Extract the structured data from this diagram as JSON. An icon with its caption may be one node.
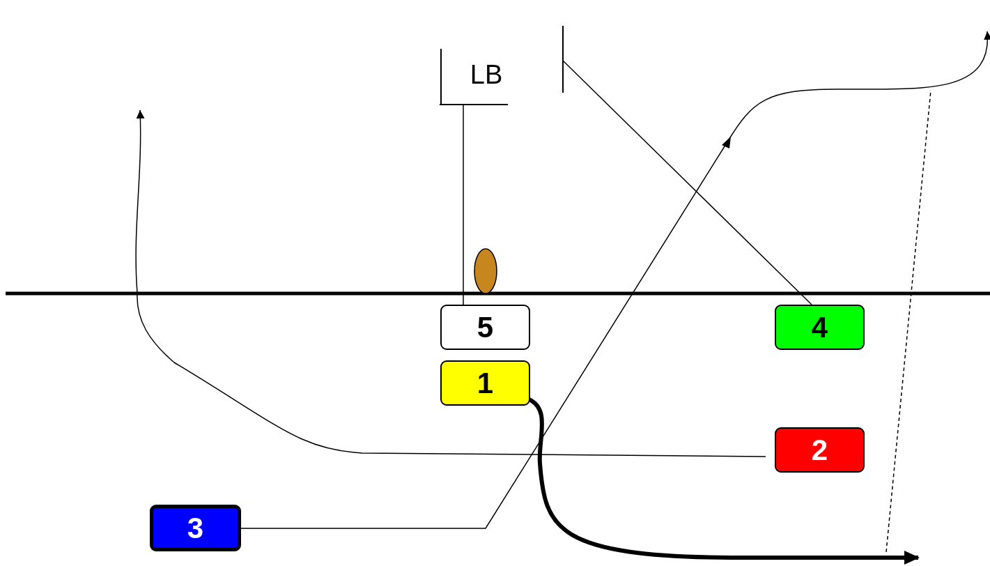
{
  "diagram": {
    "nodes": [
      {
        "text": [
          "LB"
        ]
      },
      {
        "text": [],
        "shape": "ellipse"
      },
      {
        "text": [
          "5"
        ]
      },
      {
        "text": [
          "4"
        ]
      },
      {
        "text": [
          "1"
        ]
      },
      {
        "text": [
          "2"
        ]
      },
      {
        "text": [
          "3"
        ]
      }
    ],
    "edges": [
      {
        "from": 2,
        "to": 0,
        "arrow": "other"
      },
      {
        "from": 3,
        "to": 0,
        "arrow": "other"
      },
      {
        "from": 4,
        "to": null,
        "arrow": "to",
        "style": "thick"
      },
      {
        "from": 5,
        "to": null,
        "arrow": "to"
      },
      {
        "from": 6,
        "to": null,
        "arrow": "to"
      }
    ]
  }
}
